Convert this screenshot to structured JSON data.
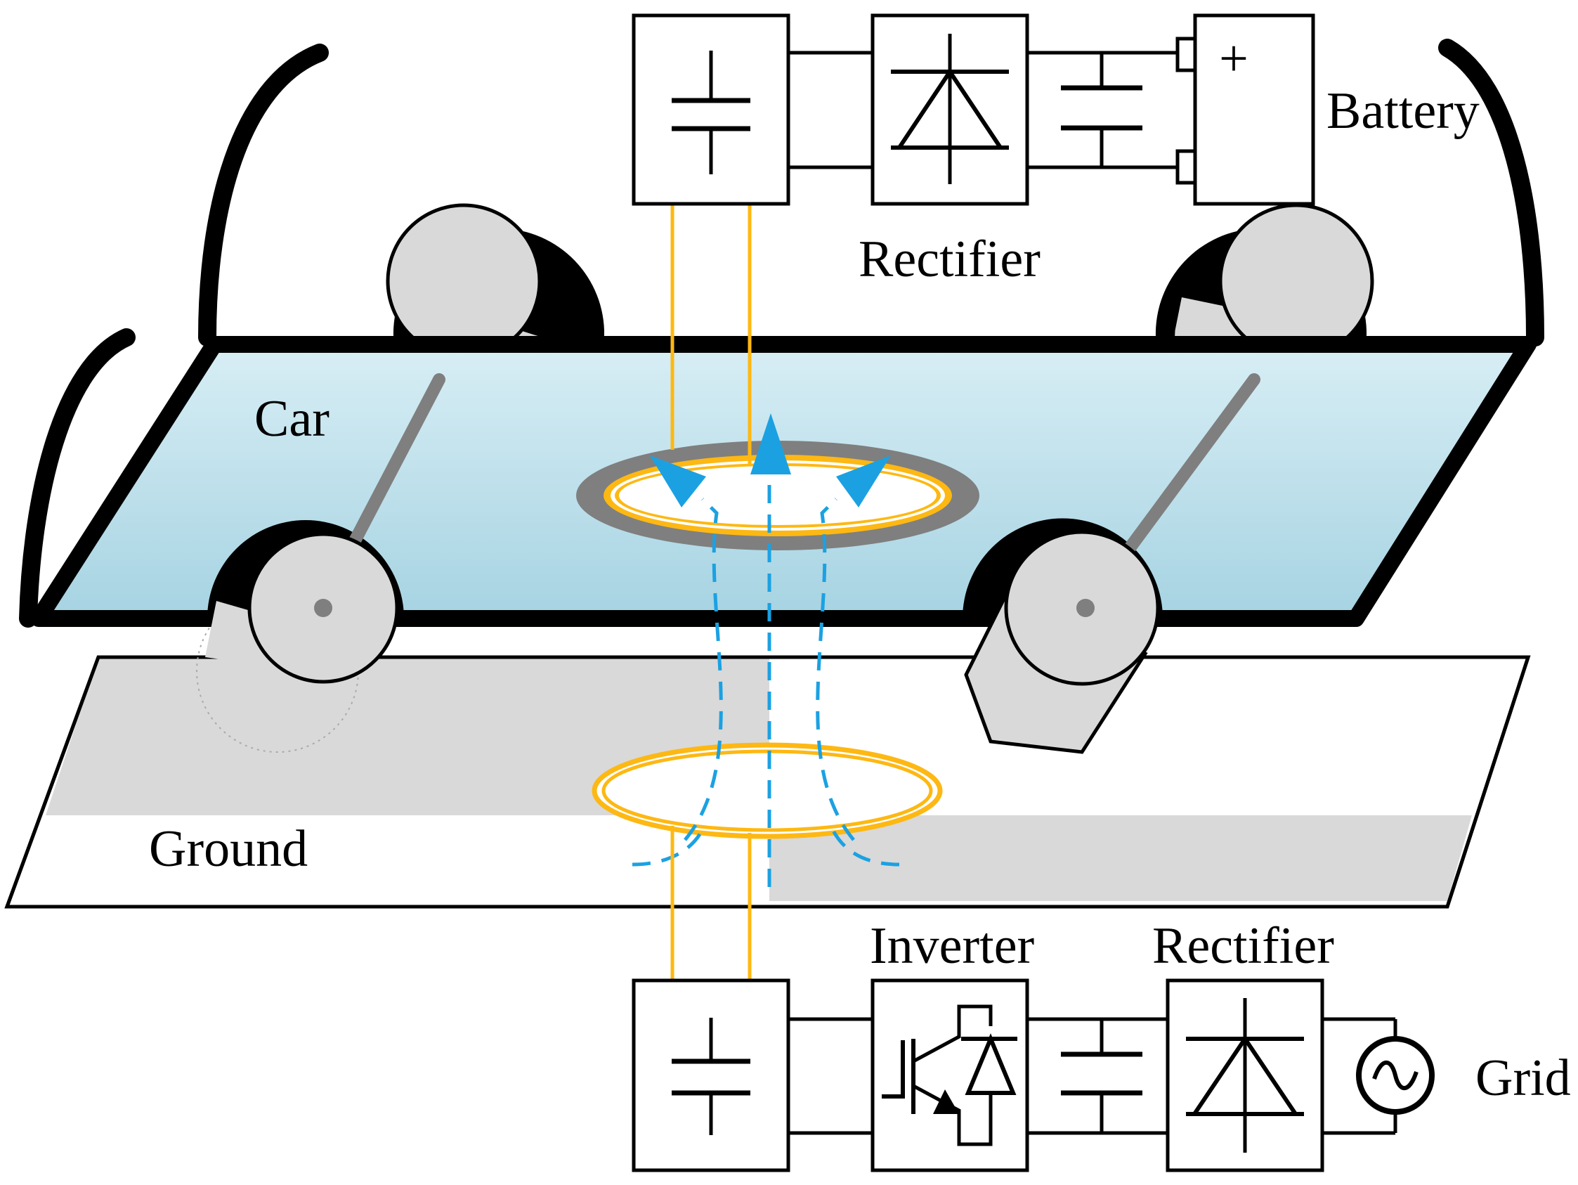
{
  "labels": {
    "battery": "Battery",
    "rectifier_top": "Rectifier",
    "car": "Car",
    "ground": "Ground",
    "inverter": "Inverter",
    "rectifier_bottom": "Rectifier",
    "grid": "Grid",
    "battery_plus": "+"
  },
  "colors": {
    "coil": "#FDB813",
    "flux": "#1BA1E2",
    "car_floor_top": "#D8EEF5",
    "car_floor_bottom": "#A6D3E2",
    "wheel": "#D9D9D9",
    "axle": "#7F7F7F",
    "ground_shade": "#D9D9D9",
    "outline": "#000000"
  }
}
